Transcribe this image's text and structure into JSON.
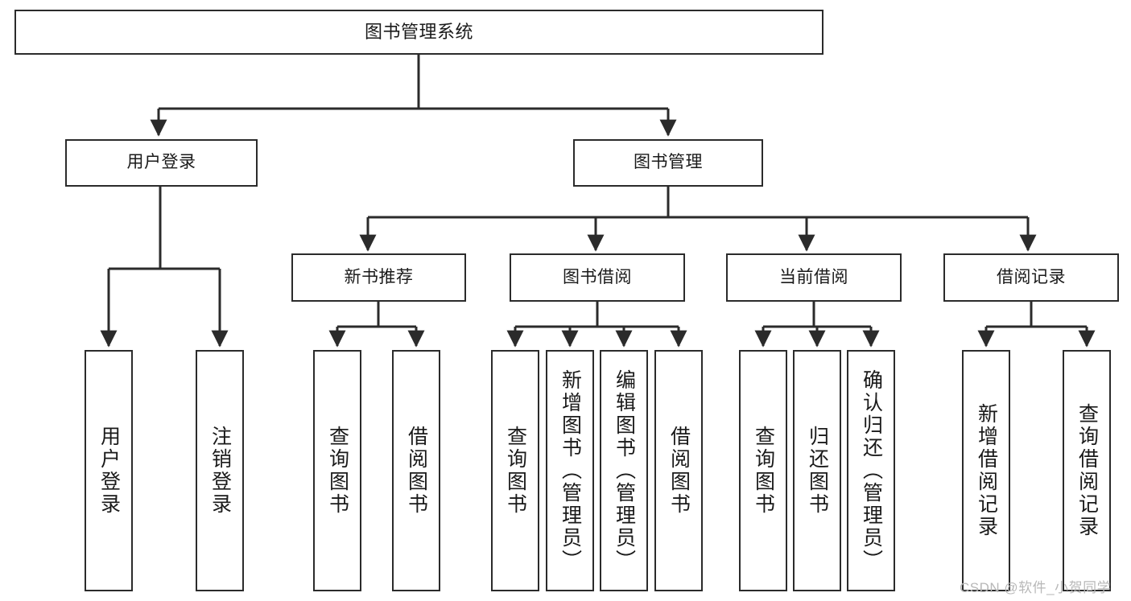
{
  "diagram": {
    "title": "图书管理系统",
    "type": "tree-hierarchy-chart",
    "colors": {
      "box_border": "#2b2b2b",
      "box_fill": "#ffffff",
      "connector": "#2b2b2b",
      "text": "#1a1a1a",
      "watermark": "#b8b8b8",
      "background": "#ffffff"
    },
    "root": {
      "label": "图书管理系统"
    },
    "level2": [
      {
        "label": "用户登录"
      },
      {
        "label": "图书管理"
      }
    ],
    "level3": [
      {
        "label": "新书推荐"
      },
      {
        "label": "图书借阅"
      },
      {
        "label": "当前借阅"
      },
      {
        "label": "借阅记录"
      }
    ],
    "leaves": [
      {
        "label": "用户登录",
        "parent": "用户登录"
      },
      {
        "label": "注销登录",
        "parent": "用户登录"
      },
      {
        "label": "查询图书",
        "parent": "新书推荐"
      },
      {
        "label": "借阅图书",
        "parent": "新书推荐"
      },
      {
        "label": "查询图书",
        "parent": "图书借阅"
      },
      {
        "label": "新增图书（管理员）",
        "parent": "图书借阅"
      },
      {
        "label": "编辑图书（管理员）",
        "parent": "图书借阅"
      },
      {
        "label": "借阅图书",
        "parent": "图书借阅"
      },
      {
        "label": "查询图书",
        "parent": "当前借阅"
      },
      {
        "label": "归还图书",
        "parent": "当前借阅"
      },
      {
        "label": "确认归还（管理员）",
        "parent": "当前借阅"
      },
      {
        "label": "新增借阅记录",
        "parent": "借阅记录"
      },
      {
        "label": "查询借阅记录",
        "parent": "借阅记录"
      }
    ]
  },
  "watermark": {
    "text": "CSDN @软件_小贺同学"
  }
}
